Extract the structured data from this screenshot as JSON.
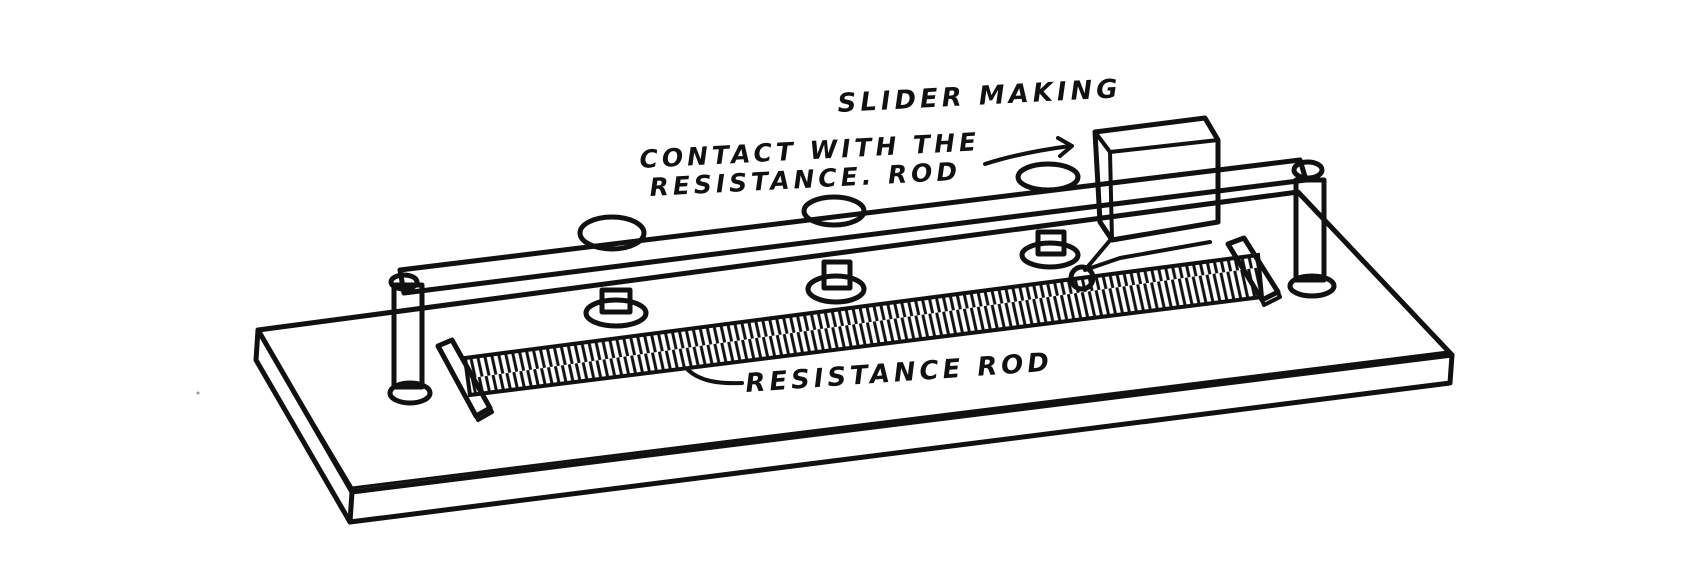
{
  "labels": {
    "slider_line1": "SLIDER  MAKING",
    "slider_line2": "CONTACT WITH THE",
    "slider_line3": "RESISTANCE. ROD",
    "rod": "RESISTANCE  ROD"
  },
  "colors": {
    "ink": "#111111",
    "paper": "#ffffff"
  }
}
